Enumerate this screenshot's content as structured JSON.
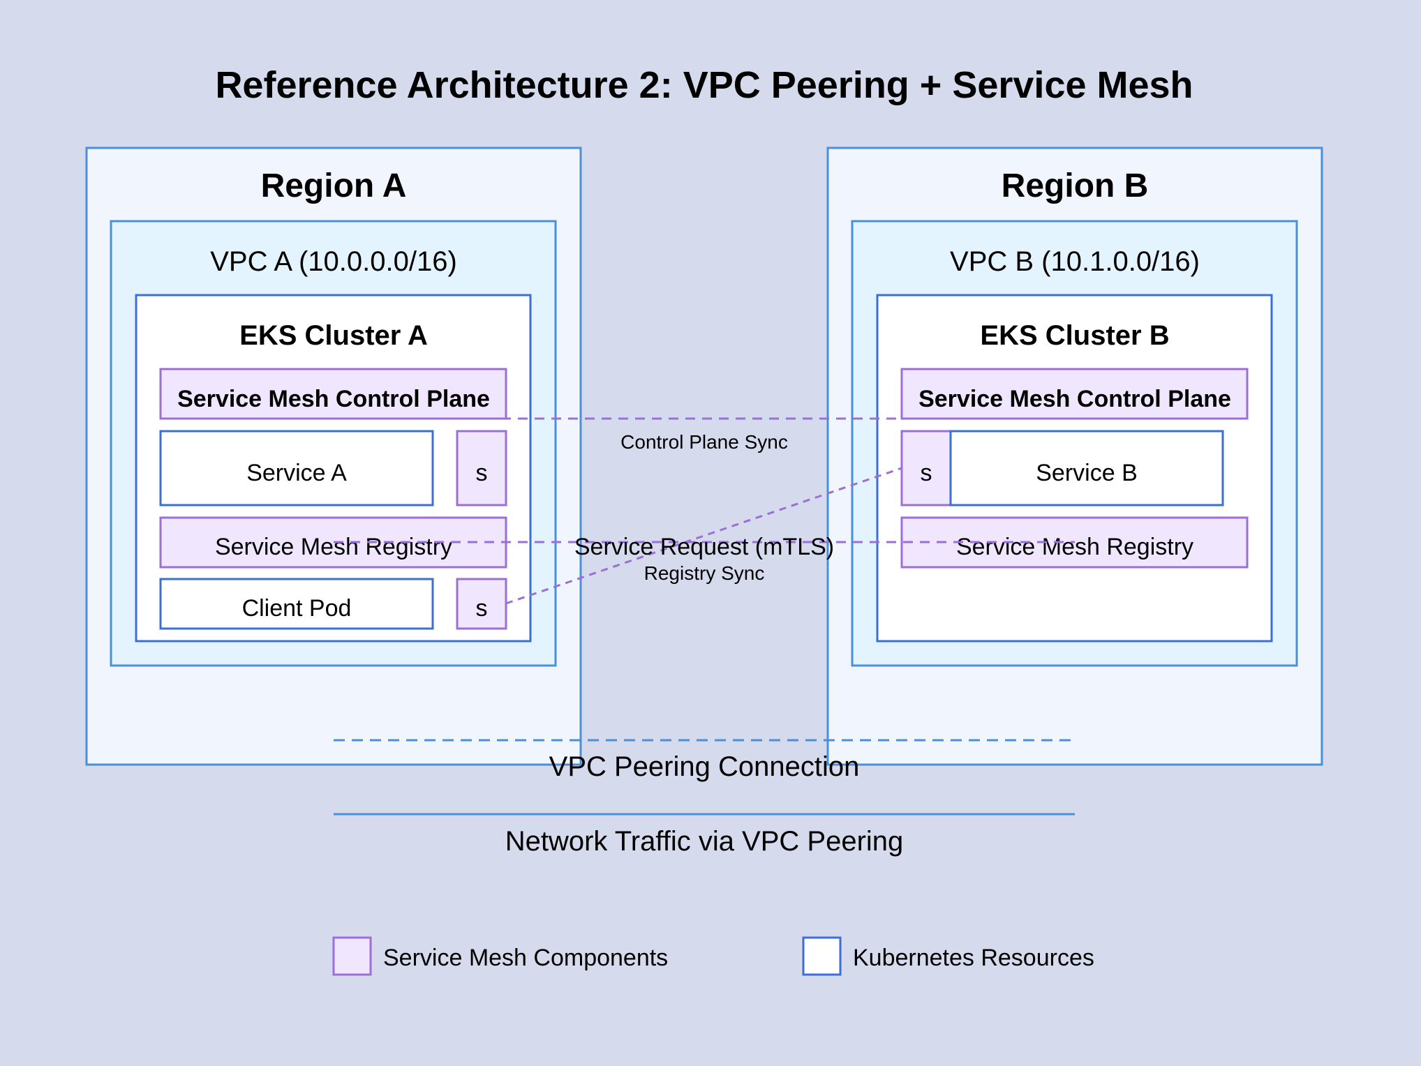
{
  "title": "Reference Architecture 2: VPC Peering + Service Mesh",
  "colors": {
    "background": "#d5daed",
    "region_fill": "#f0f5fe",
    "region_stroke": "#4a90d9",
    "vpc_fill": "#e4f4fe",
    "k8s_stroke": "#3a6fd8",
    "mesh_fill": "#f0e6fe",
    "mesh_stroke": "#9b6fd6"
  },
  "regions": [
    {
      "label": "Region A",
      "vpc": "VPC A (10.0.0.0/16)",
      "cluster": "EKS Cluster A",
      "control_plane": "Service Mesh Control Plane",
      "service": "Service A",
      "sidecar_service": "s",
      "registry": "Service Mesh Registry",
      "client": "Client Pod",
      "sidecar_client": "s"
    },
    {
      "label": "Region B",
      "vpc": "VPC B (10.1.0.0/16)",
      "cluster": "EKS Cluster B",
      "control_plane": "Service Mesh Control Plane",
      "service": "Service B",
      "sidecar_service": "s",
      "registry": "Service Mesh Registry"
    }
  ],
  "connections": {
    "control_plane_sync": "Control Plane Sync",
    "service_request": "Service Request (mTLS)",
    "registry_sync": "Registry Sync",
    "vpc_peering": "VPC Peering Connection",
    "network_traffic": "Network Traffic via VPC Peering"
  },
  "legend": {
    "mesh": "Service Mesh Components",
    "k8s": "Kubernetes Resources"
  }
}
